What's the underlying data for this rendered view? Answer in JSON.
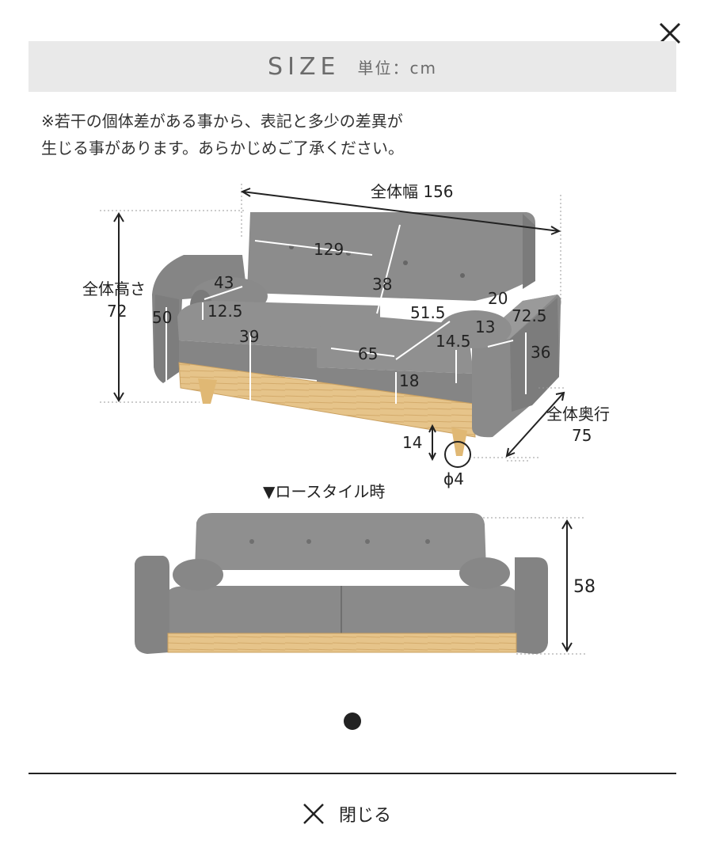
{
  "header": {
    "title": "SIZE",
    "unit": "単位：cm"
  },
  "note": "※若干の個体差がある事から、表記と多少の差異が\n生じる事があります。あらかじめご了承ください。",
  "diagram": {
    "total_width": "全体幅 156",
    "total_height_label": "全体高さ",
    "total_height_value": "72",
    "total_depth_label": "全体奥行",
    "total_depth_value": "75",
    "dim_129": "129",
    "dim_43": "43",
    "dim_12_5": "12.5",
    "dim_38": "38",
    "dim_20": "20",
    "dim_72_5": "72.5",
    "dim_50": "50",
    "dim_39": "39",
    "dim_51_5": "51.5",
    "dim_13": "13",
    "dim_14_5": "14.5",
    "dim_65": "65",
    "dim_36": "36",
    "dim_18": "18",
    "dim_14": "14",
    "dim_leg": "ϕ4",
    "low_style_caption": "▼ロースタイル時",
    "low_height": "58"
  },
  "carousel": {
    "active_index": 0,
    "count": 1
  },
  "footer": {
    "close_label": "閉じる"
  },
  "colors": {
    "fabric": "#8c8c8c",
    "fabric_dark": "#6f6f6f",
    "wood": "#e6c48a",
    "header_bg": "#e9e9e9"
  }
}
